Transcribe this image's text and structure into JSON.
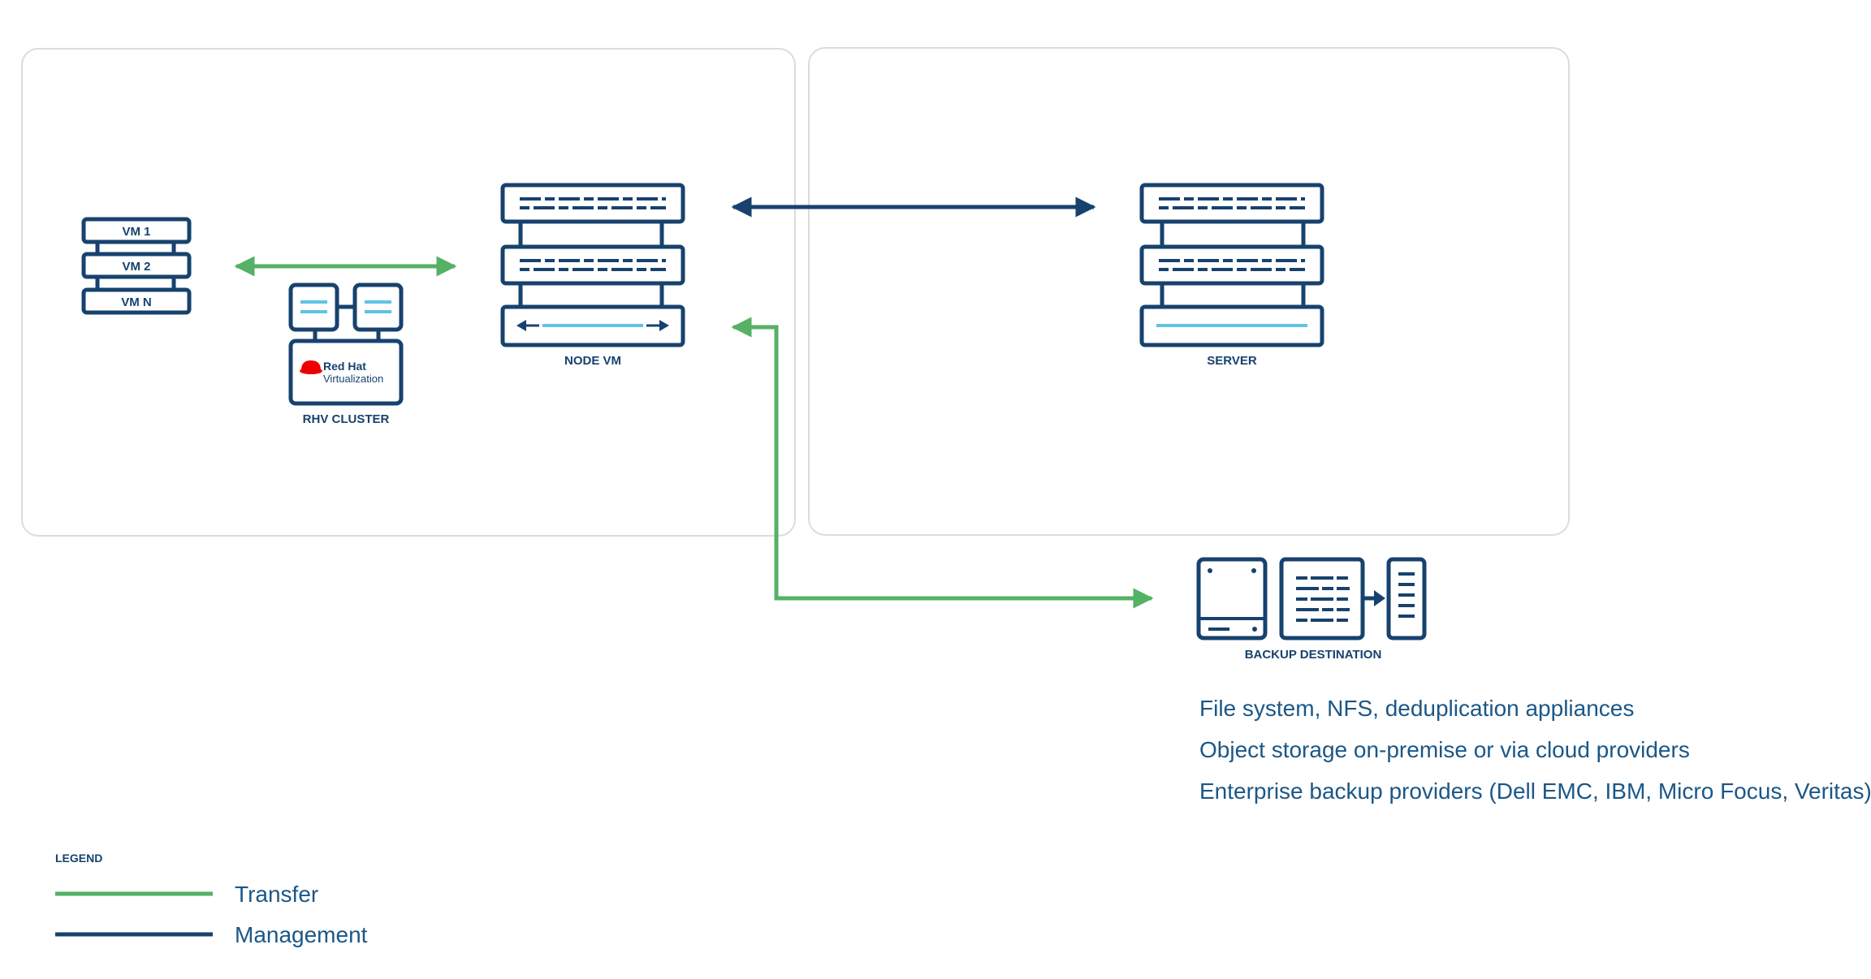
{
  "colors": {
    "transfer": "#55b165",
    "management": "#17426e",
    "light_blue": "#5ec3e6",
    "panel_border": "#d9dde0",
    "redhat_red": "#ee0000"
  },
  "vm_stack": {
    "items": [
      "VM 1",
      "VM 2",
      "VM N"
    ]
  },
  "rhv_cluster": {
    "label": "RHV CLUSTER",
    "logo_brand": "Red Hat",
    "logo_product": "Virtualization"
  },
  "node_vm": {
    "label": "NODE VM"
  },
  "server": {
    "label": "SERVER"
  },
  "backup": {
    "label": "BACKUP DESTINATION",
    "notes": [
      "File system, NFS, deduplication appliances",
      "Object storage on-premise or via cloud providers",
      "Enterprise backup providers (Dell EMC, IBM, Micro Focus, Veritas)"
    ]
  },
  "legend": {
    "title": "LEGEND",
    "items": [
      {
        "label": "Transfer",
        "color": "#55b165"
      },
      {
        "label": "Management",
        "color": "#17426e"
      }
    ]
  }
}
